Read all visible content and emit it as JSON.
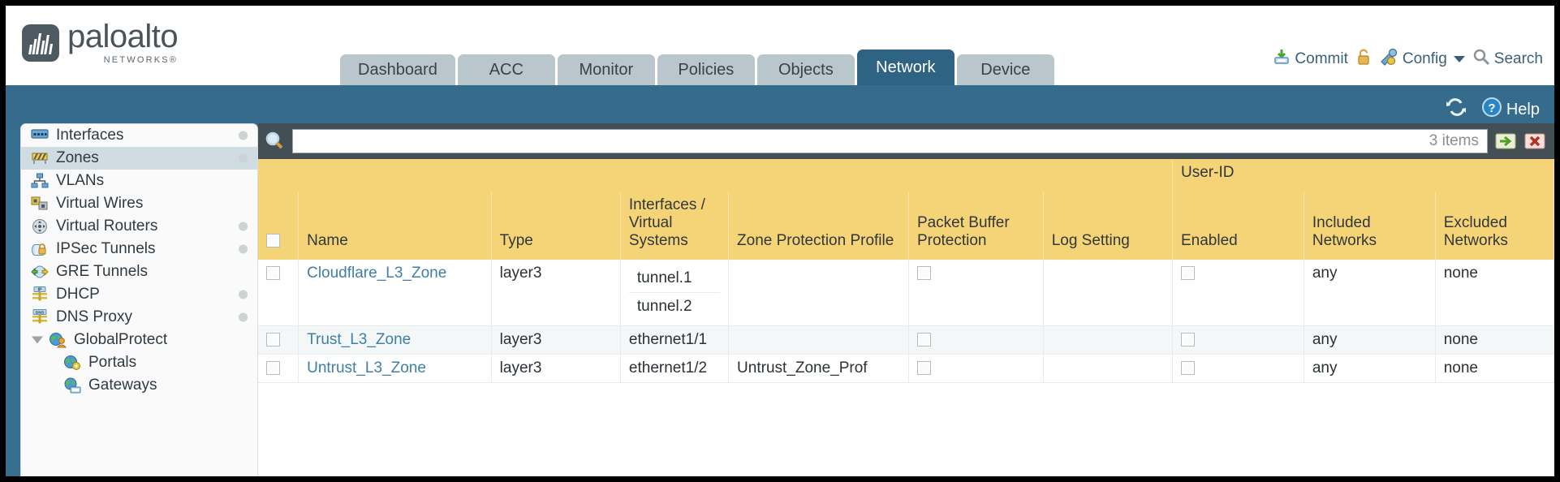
{
  "brand": {
    "name": "paloalto",
    "sub": "NETWORKS®",
    "logo_icon": "paloalto-logo-icon"
  },
  "tabs": [
    {
      "label": "Dashboard",
      "active": false
    },
    {
      "label": "ACC",
      "active": false
    },
    {
      "label": "Monitor",
      "active": false
    },
    {
      "label": "Policies",
      "active": false
    },
    {
      "label": "Objects",
      "active": false
    },
    {
      "label": "Network",
      "active": true
    },
    {
      "label": "Device",
      "active": false
    }
  ],
  "header_actions": {
    "commit": {
      "label": "Commit",
      "icon": "commit-save-icon"
    },
    "lock": {
      "icon": "padlock-icon"
    },
    "config": {
      "label": "Config",
      "icon": "config-wrench-icon",
      "caret": "chevron-down-icon"
    },
    "search": {
      "label": "Search",
      "icon": "search-magnifier-icon"
    }
  },
  "blueband": {
    "refresh_icon": "refresh-icon",
    "help": {
      "label": "Help",
      "icon": "help-question-icon"
    }
  },
  "sidebar": {
    "items": [
      {
        "label": "Interfaces",
        "icon": "interfaces-icon",
        "selected": false,
        "dot": true,
        "child": false,
        "triangle": false
      },
      {
        "label": "Zones",
        "icon": "zones-icon",
        "selected": true,
        "dot": true,
        "child": false,
        "triangle": false
      },
      {
        "label": "VLANs",
        "icon": "vlans-icon",
        "selected": false,
        "dot": false,
        "child": false,
        "triangle": false
      },
      {
        "label": "Virtual Wires",
        "icon": "virtual-wires-icon",
        "selected": false,
        "dot": false,
        "child": false,
        "triangle": false
      },
      {
        "label": "Virtual Routers",
        "icon": "virtual-routers-icon",
        "selected": false,
        "dot": true,
        "child": false,
        "triangle": false
      },
      {
        "label": "IPSec Tunnels",
        "icon": "ipsec-tunnels-icon",
        "selected": false,
        "dot": true,
        "child": false,
        "triangle": false
      },
      {
        "label": "GRE Tunnels",
        "icon": "gre-tunnels-icon",
        "selected": false,
        "dot": false,
        "child": false,
        "triangle": false
      },
      {
        "label": "DHCP",
        "icon": "dhcp-icon",
        "selected": false,
        "dot": true,
        "child": false,
        "triangle": false
      },
      {
        "label": "DNS Proxy",
        "icon": "dns-proxy-icon",
        "selected": false,
        "dot": true,
        "child": false,
        "triangle": false
      },
      {
        "label": "GlobalProtect",
        "icon": "globalprotect-icon",
        "selected": false,
        "dot": false,
        "child": false,
        "triangle": true
      },
      {
        "label": "Portals",
        "icon": "portals-icon",
        "selected": false,
        "dot": false,
        "child": true,
        "triangle": false
      },
      {
        "label": "Gateways",
        "icon": "gateways-icon",
        "selected": false,
        "dot": false,
        "child": true,
        "triangle": false
      }
    ]
  },
  "search": {
    "icon": "search-magnifier-icon",
    "value": "",
    "placeholder": "",
    "item_count": "3 items",
    "apply_icon": "apply-arrow-icon",
    "clear_icon": "clear-x-icon"
  },
  "table": {
    "group_header": {
      "label": "User-ID",
      "span": 3
    },
    "columns": [
      "Name",
      "Type",
      "Interfaces / Virtual Systems",
      "Zone Protection Profile",
      "Packet Buffer Protection",
      "Log Setting",
      "Enabled",
      "Included Networks",
      "Excluded Networks"
    ],
    "rows": [
      {
        "selected": false,
        "name": "Cloudflare_L3_Zone",
        "type": "layer3",
        "interfaces": [
          "tunnel.1",
          "tunnel.2"
        ],
        "zone_protection_profile": "",
        "packet_buffer_protection": false,
        "log_setting": "",
        "userid_enabled": false,
        "included_networks": "any",
        "excluded_networks": "none"
      },
      {
        "selected": false,
        "name": "Trust_L3_Zone",
        "type": "layer3",
        "interfaces": [
          "ethernet1/1"
        ],
        "zone_protection_profile": "",
        "packet_buffer_protection": false,
        "log_setting": "",
        "userid_enabled": false,
        "included_networks": "any",
        "excluded_networks": "none"
      },
      {
        "selected": false,
        "name": "Untrust_L3_Zone",
        "type": "layer3",
        "interfaces": [
          "ethernet1/2"
        ],
        "zone_protection_profile": "Untrust_Zone_Prof",
        "packet_buffer_protection": false,
        "log_setting": "",
        "userid_enabled": false,
        "included_networks": "any",
        "excluded_networks": "none"
      }
    ]
  },
  "colors": {
    "brand_blue": "#356c8d",
    "active_tab": "#2f6384",
    "table_header": "#f5d478",
    "group_header": "#ddab3d",
    "link": "#3f7fa6"
  }
}
